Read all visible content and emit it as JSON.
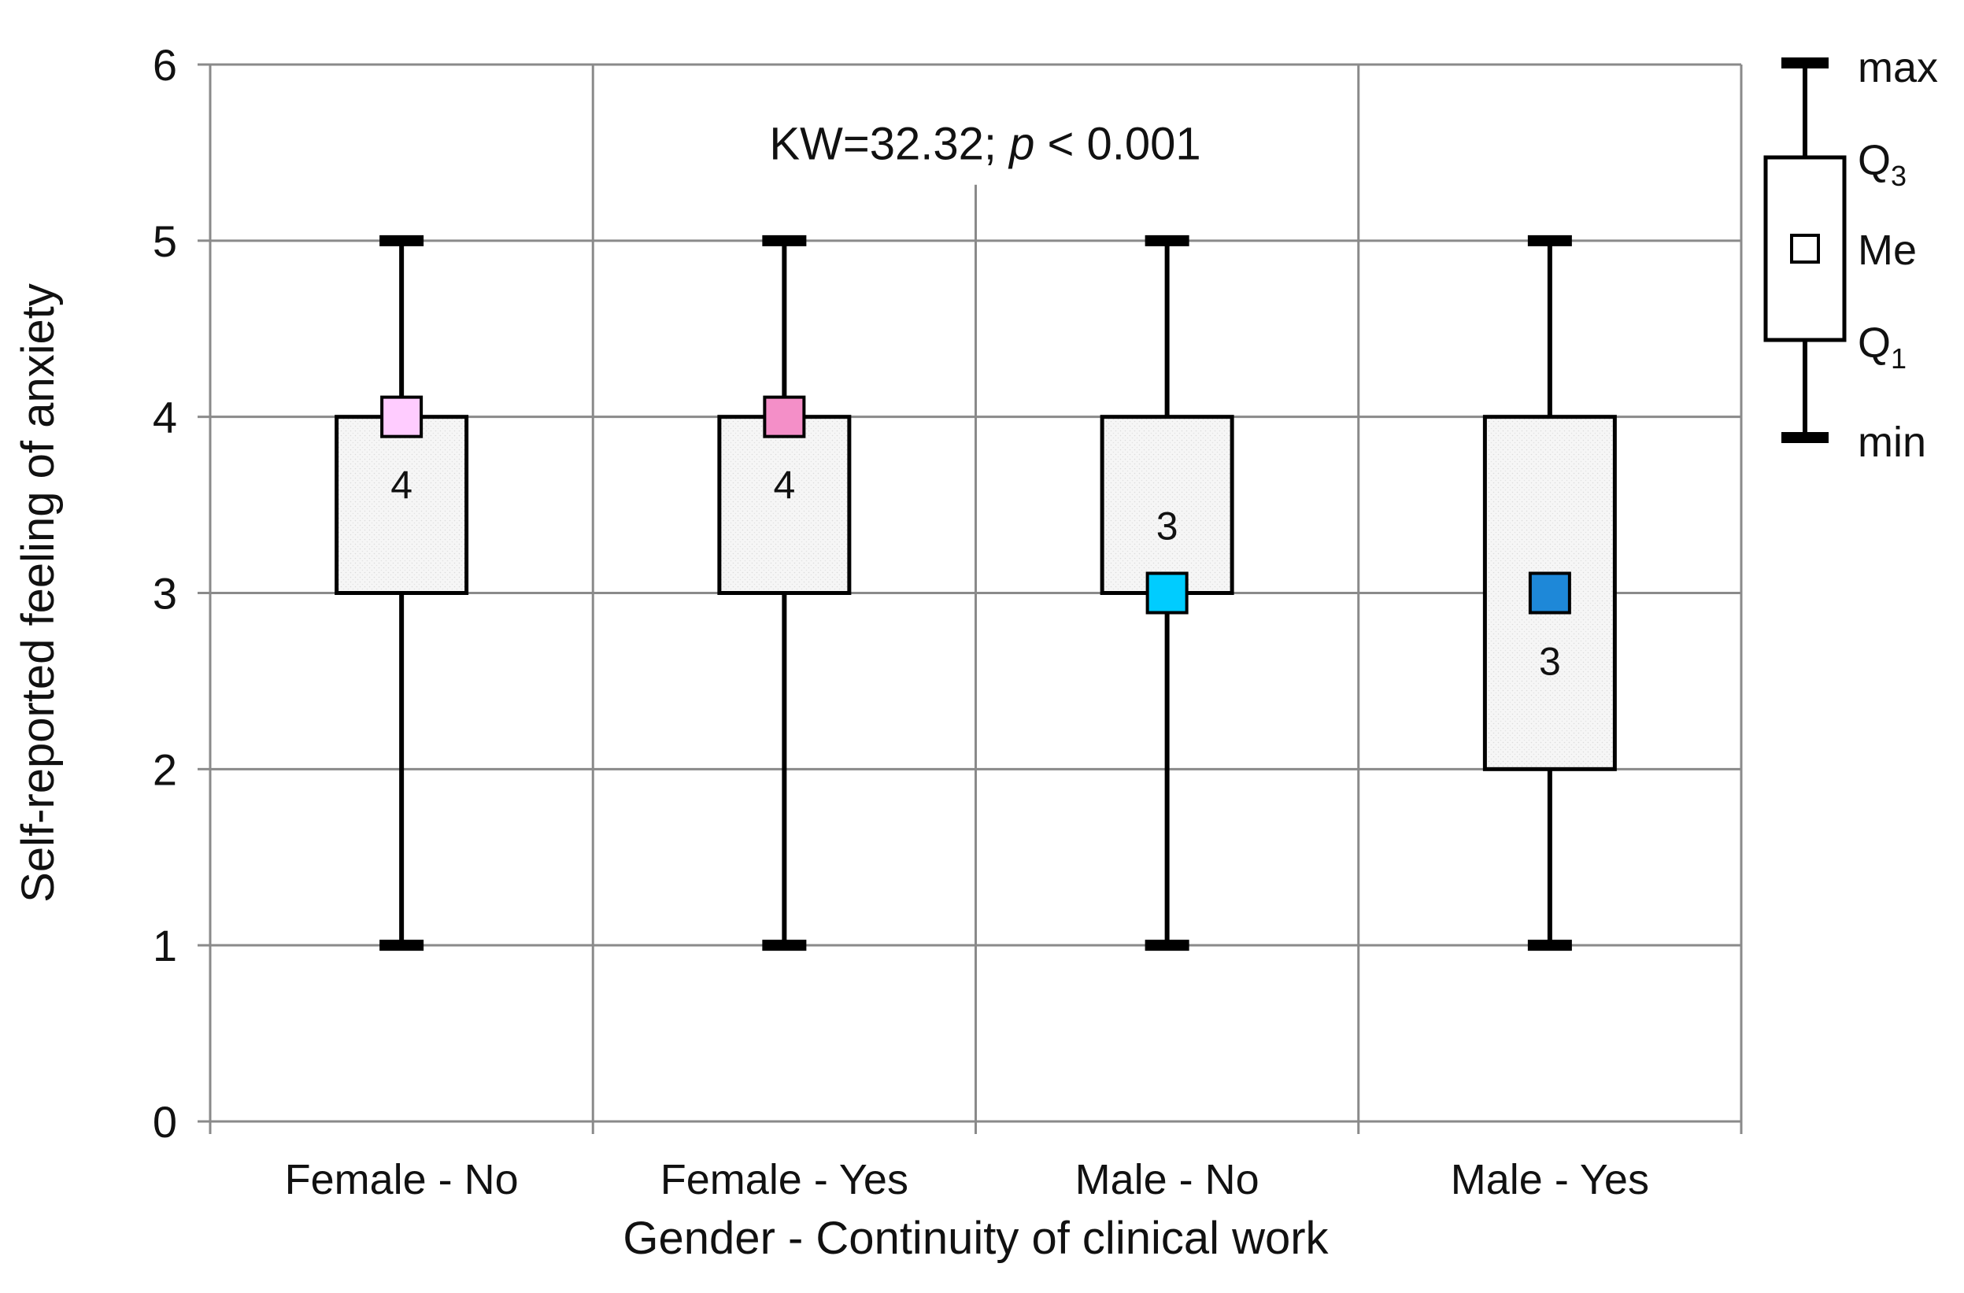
{
  "chart_data": {
    "type": "boxplot",
    "annotation": {
      "prefix": "KW=32.32; ",
      "italic": "p",
      "suffix": " < 0.001"
    },
    "xlabel": "Gender - Continuity of clinical work",
    "ylabel": "Self-reported feeling of anxiety",
    "ylim": [
      0,
      6
    ],
    "yticks": [
      "0",
      "1",
      "2",
      "3",
      "4",
      "5",
      "6"
    ],
    "grid": true,
    "categories": [
      "Female - No",
      "Female - Yes",
      "Male - No",
      "Male - Yes"
    ],
    "boxes": [
      {
        "category": "Female - No",
        "min": 1,
        "q1": 3,
        "median": 4,
        "q3": 4,
        "max": 5,
        "median_label": "4",
        "median_color": "#ffccff",
        "label_position": "below"
      },
      {
        "category": "Female - Yes",
        "min": 1,
        "q1": 3,
        "median": 4,
        "q3": 4,
        "max": 5,
        "median_label": "4",
        "median_color": "#f48fc8",
        "label_position": "below"
      },
      {
        "category": "Male - No",
        "min": 1,
        "q1": 3,
        "median": 3,
        "q3": 4,
        "max": 5,
        "median_label": "3",
        "median_color": "#00ccff",
        "label_position": "above"
      },
      {
        "category": "Male - Yes",
        "min": 1,
        "q1": 2,
        "median": 3,
        "q3": 4,
        "max": 5,
        "median_label": "3",
        "median_color": "#1e88d8",
        "label_position": "below"
      }
    ],
    "legend": {
      "placement": "right",
      "max_label": "max",
      "q3_label": "Q",
      "q3_sub": "3",
      "median_label": "Me",
      "q1_label": "Q",
      "q1_sub": "1",
      "min_label": "min"
    }
  }
}
